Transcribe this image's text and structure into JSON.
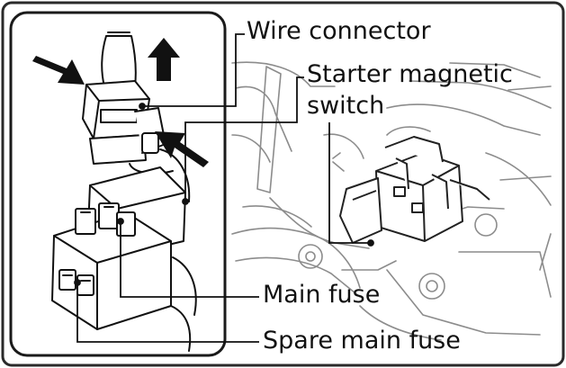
{
  "labels": {
    "wire_connector": "Wire connector",
    "starter_line1": "Starter magnetic",
    "starter_line2": "switch",
    "main_fuse": "Main fuse",
    "spare_main_fuse": "Spare main fuse"
  },
  "colors": {
    "outline": "#111111",
    "faint_line": "#9a9a9a",
    "fill": "#ffffff",
    "frame": "#2a2a2a"
  },
  "icons": [
    "push-arrow-icon",
    "pull-arrow-icon"
  ]
}
